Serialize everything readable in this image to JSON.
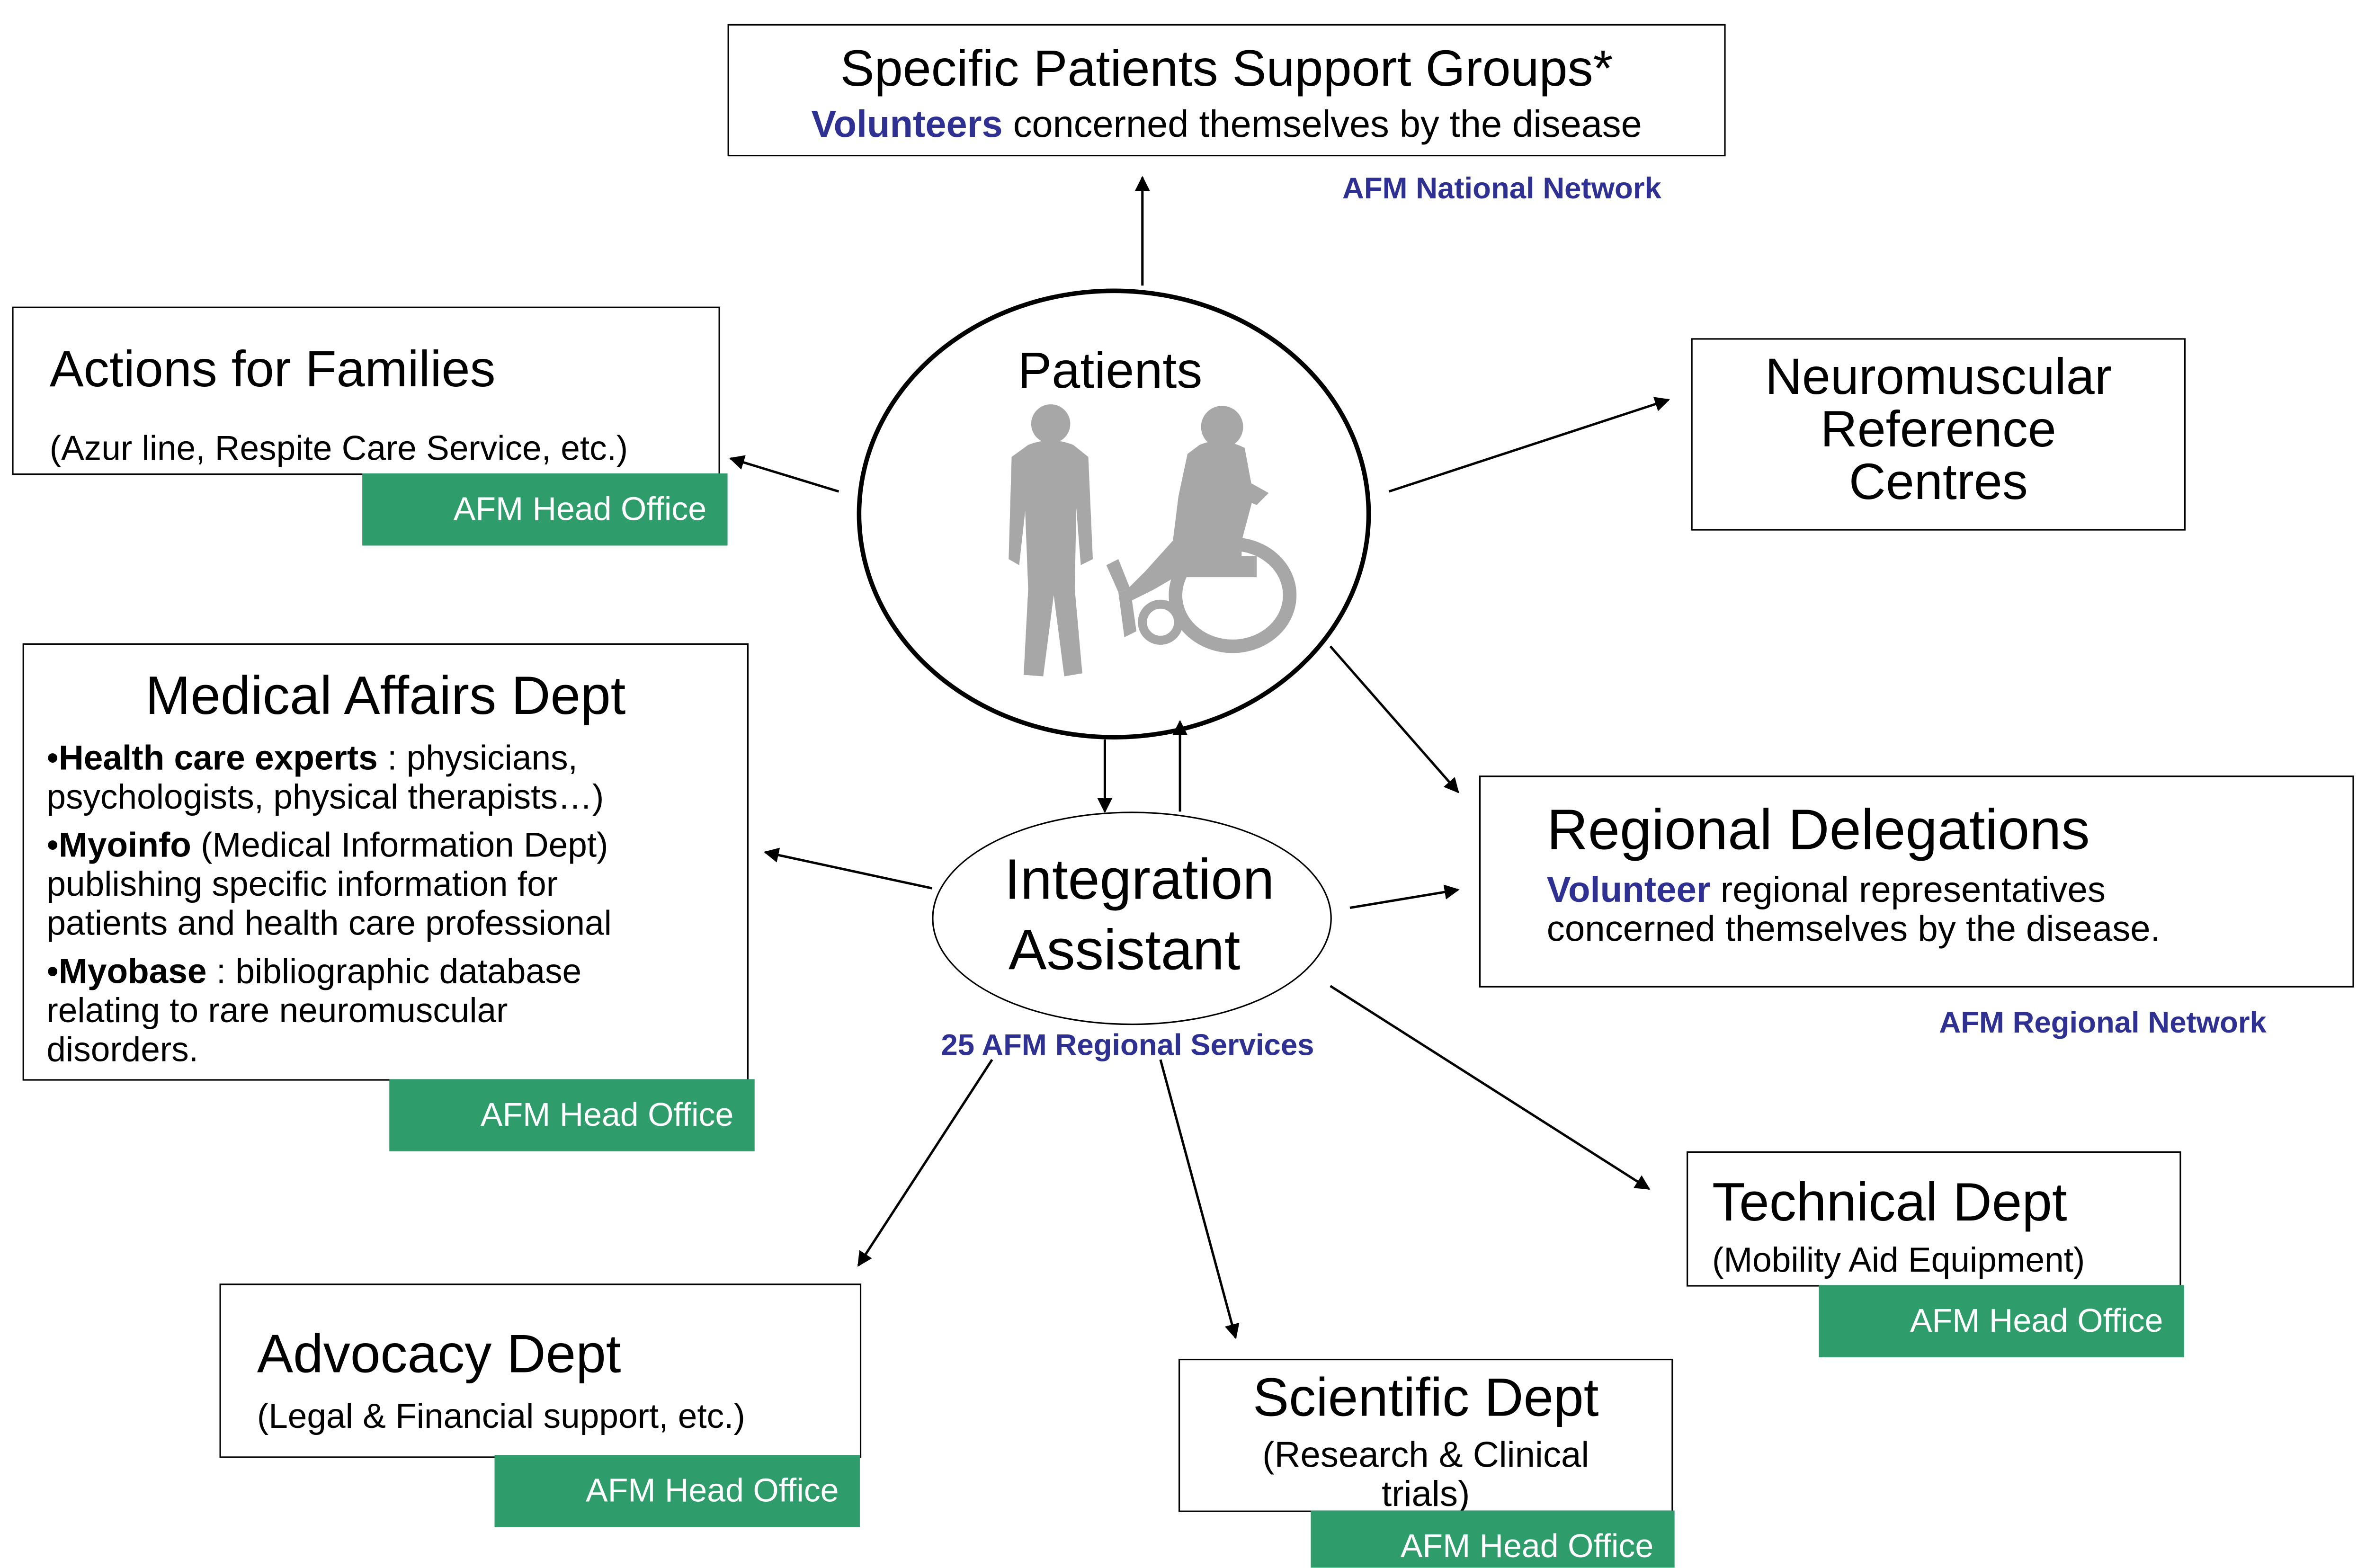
{
  "colors": {
    "accent_blue": "#2e3192",
    "badge_green": "#2e9d6b",
    "figure_gray": "#a7a7a7"
  },
  "support_groups": {
    "title": "Specific Patients Support Groups*",
    "line_em": "Volunteers",
    "line_rest": " concerned themselves by the disease",
    "network": "AFM National Network"
  },
  "families": {
    "title": "Actions for Families",
    "sub": "(Azur line, Respite Care Service, etc.)",
    "badge": "AFM  Head Office"
  },
  "neuromuscular": {
    "line1": "Neuromuscular",
    "line2": "Reference",
    "line3": "Centres"
  },
  "patients": {
    "label": "Patients",
    "figure_icon": "patients-silhouette-icon"
  },
  "medical": {
    "title": "Medical Affairs Dept",
    "b1_bold": "Health care experts",
    "b1_rest": " : physicians,",
    "b1_line2": "psychologists, physical therapists…)",
    "b2_bold": "Myoinfo",
    "b2_rest": " (Medical Information Dept)",
    "b2_line2": "publishing specific information for",
    "b2_line3": "patients and health care professional",
    "b3_bold": "Myobase",
    "b3_rest": " : bibliographic database",
    "b3_line2": "relating to rare neuromuscular",
    "b3_line3": "disorders.",
    "bullet": "•",
    "badge": "AFM  Head Office"
  },
  "integration": {
    "line1": "Integration",
    "line2": "Assistant",
    "services": "25 AFM Regional Services"
  },
  "regional": {
    "title": "Regional Delegations",
    "line_em": "Volunteer",
    "line_rest": " regional representatives",
    "line2": "concerned themselves by the disease.",
    "network": "AFM Regional Network"
  },
  "technical": {
    "title": "Technical Dept",
    "sub": "(Mobility Aid Equipment)",
    "badge": "AFM  Head Office"
  },
  "advocacy": {
    "title": "Advocacy Dept",
    "sub": "(Legal & Financial support, etc.)",
    "badge": "AFM  Head Office"
  },
  "scientific": {
    "title": "Scientific Dept",
    "sub1": "(Research & Clinical",
    "sub2": "trials)",
    "badge": "AFM  Head Office"
  }
}
